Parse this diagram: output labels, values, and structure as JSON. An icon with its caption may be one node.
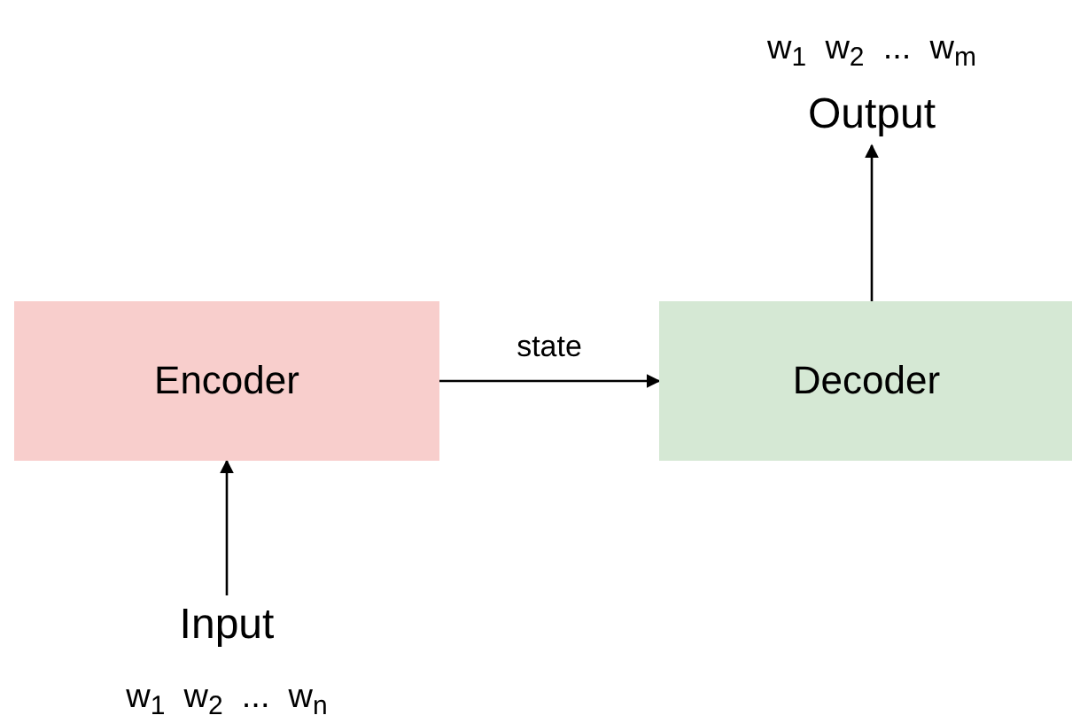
{
  "diagram": {
    "nodes": [
      {
        "text": [
          "Encoder"
        ]
      },
      {
        "text": [
          "Decoder"
        ]
      },
      {
        "text": [
          "Input"
        ],
        "beside": [
          "w$_{1}$  w$_{2}$  ...  w$_{n}$"
        ]
      },
      {
        "text": [
          "Output"
        ],
        "beside": [
          "w$_{1}$  w$_{2}$  ...  w$_{m}$"
        ]
      }
    ],
    "edges": [
      {
        "from": 2,
        "to": 0,
        "arrow": "to"
      },
      {
        "from": 0,
        "to": 1,
        "arrow": "to",
        "label": "state"
      },
      {
        "from": 1,
        "to": 3,
        "arrow": "to"
      }
    ]
  }
}
